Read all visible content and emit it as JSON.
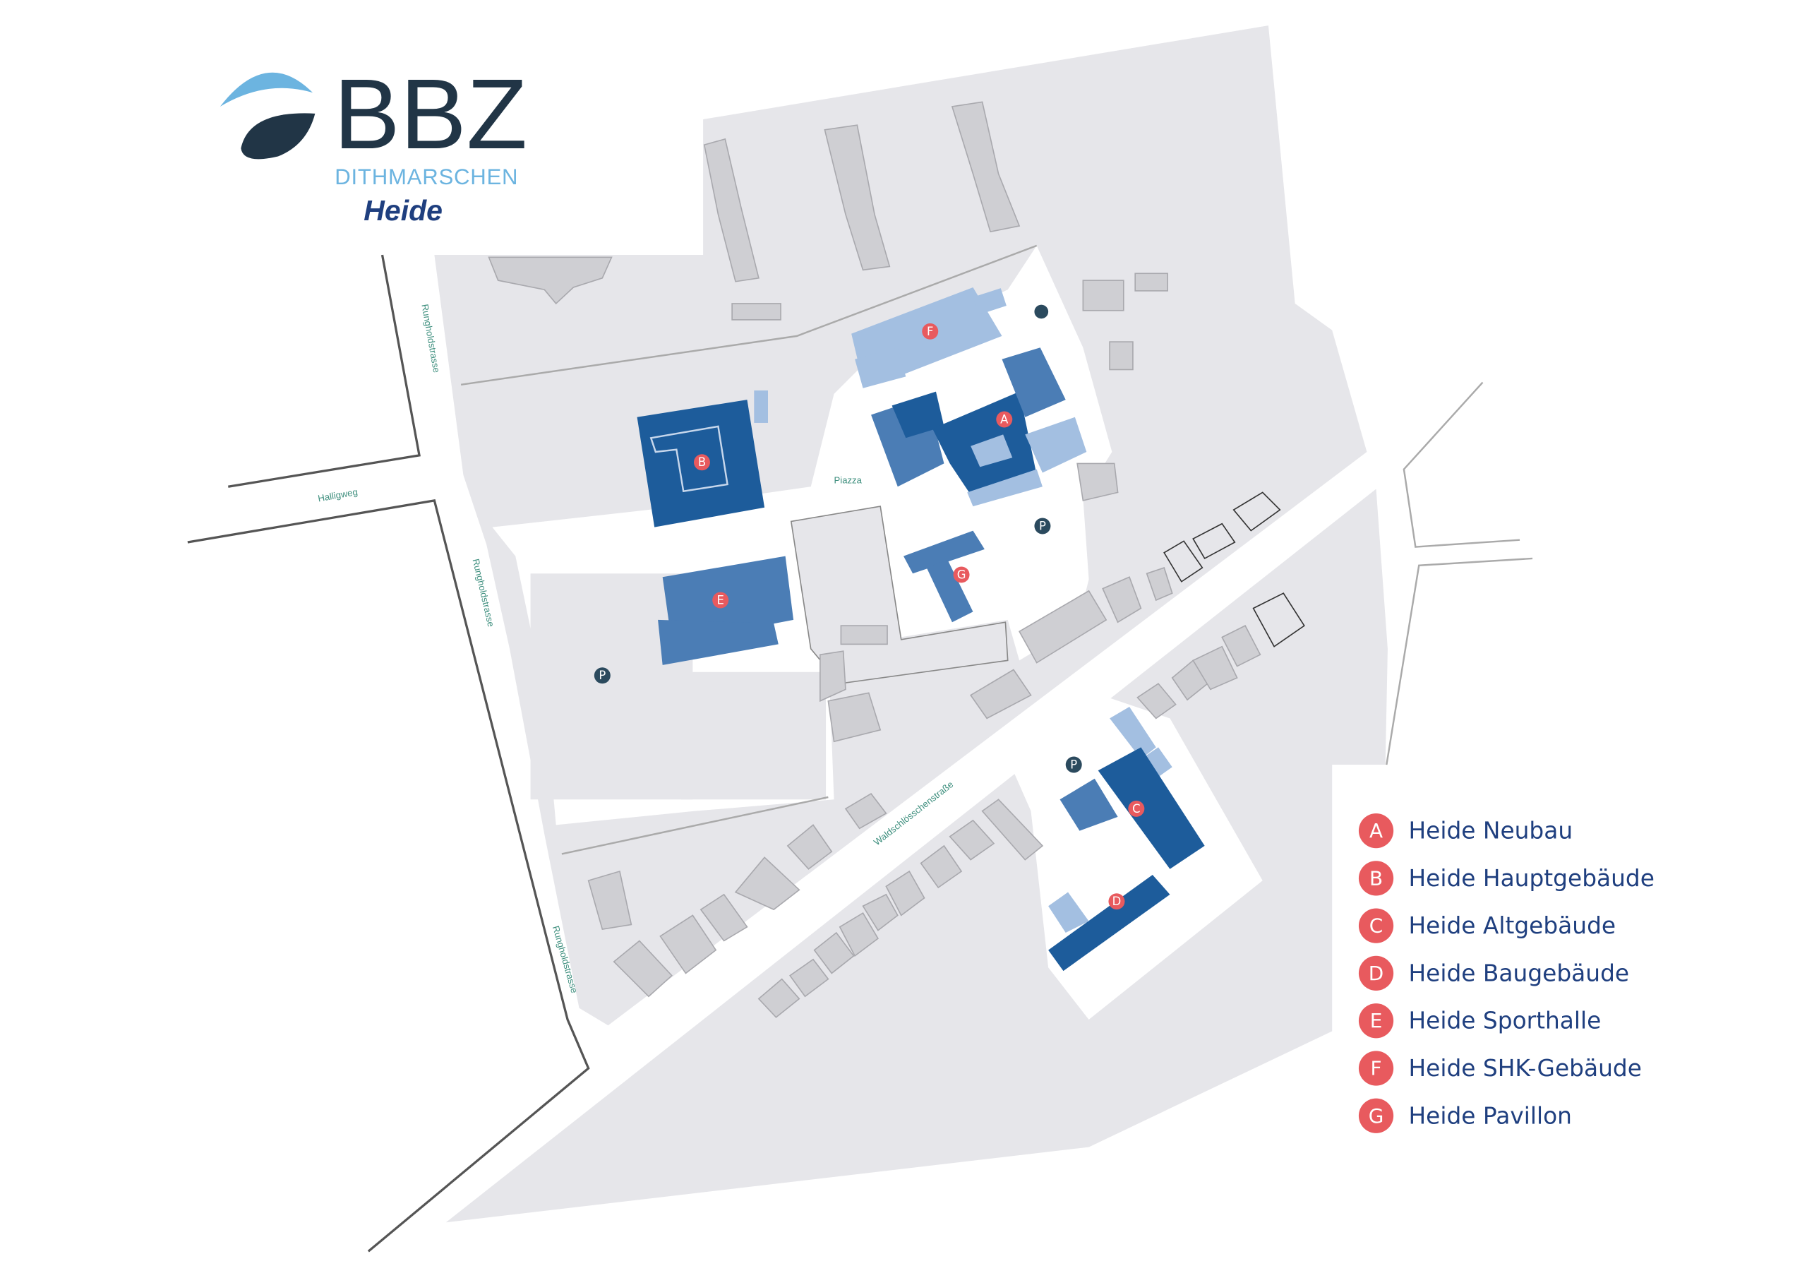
{
  "logo": {
    "name": "BBZ",
    "subtitle": "DITHMARSCHEN",
    "location": "Heide"
  },
  "map": {
    "streets": {
      "rungholdstrasse": "Rungholdstrasse",
      "halligweg": "Halligweg",
      "waldschloesschenstrasse": "Waldschlösschenstraße"
    },
    "piazza": "Piazza",
    "parking_label": "P"
  },
  "colors": {
    "marker": "#e85a5e",
    "building_dark": "#1d5c9b",
    "building_mid": "#4b7db5",
    "building_light": "#a3bfe1",
    "land": "#e6e6ea"
  },
  "buildings": [
    {
      "letter": "A",
      "name": "Heide Neubau"
    },
    {
      "letter": "B",
      "name": "Heide Hauptgebäude"
    },
    {
      "letter": "C",
      "name": "Heide Altgebäude"
    },
    {
      "letter": "D",
      "name": "Heide Baugebäude"
    },
    {
      "letter": "E",
      "name": "Heide Sporthalle"
    },
    {
      "letter": "F",
      "name": "Heide SHK-Gebäude"
    },
    {
      "letter": "G",
      "name": "Heide Pavillon"
    }
  ]
}
